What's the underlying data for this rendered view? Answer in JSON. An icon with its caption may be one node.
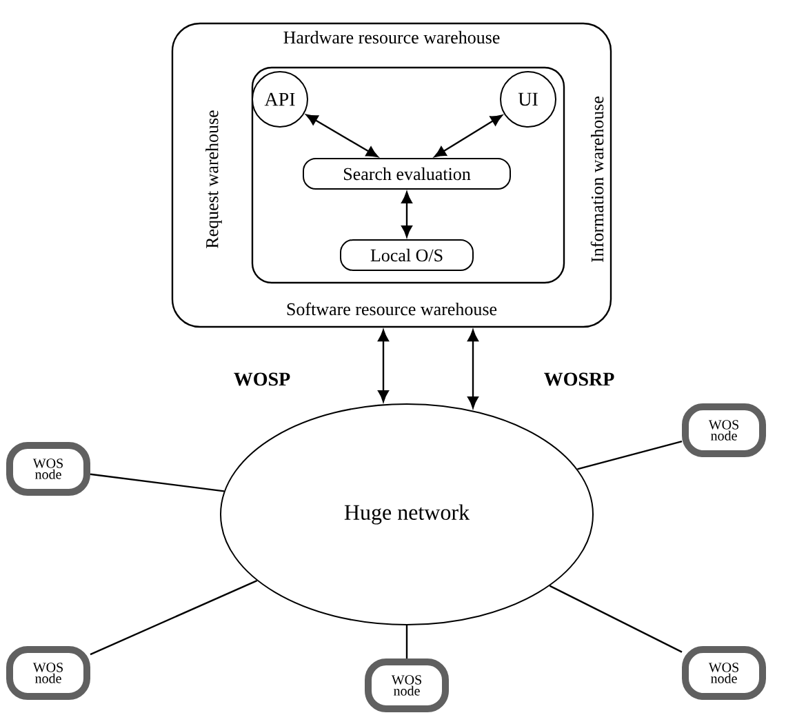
{
  "diagram": {
    "nodes": [
      {
        "text": [
          "Hardware resource warehouse",
          "Request warehouse",
          "Information warehouse",
          "Software resource warehouse"
        ]
      },
      {
        "text": [],
        "shape": "box",
        "in": 0
      },
      {
        "text": [
          "API"
        ],
        "in": 1
      },
      {
        "text": [
          "UI"
        ],
        "in": 1
      },
      {
        "text": [
          "Search evaluation"
        ],
        "in": 1
      },
      {
        "text": [
          "Local O/S"
        ],
        "in": 1
      },
      {
        "text": [
          "Huge network"
        ]
      },
      {
        "text": [
          "WOS node"
        ]
      },
      {
        "text": [
          "WOS node"
        ]
      },
      {
        "text": [
          "WOS node"
        ]
      },
      {
        "text": [
          "WOS node"
        ]
      },
      {
        "text": [
          "WOS node"
        ]
      }
    ],
    "edges": [
      {
        "from": 2,
        "to": 4,
        "arrow": "both"
      },
      {
        "from": 3,
        "to": 4,
        "arrow": "both"
      },
      {
        "from": 4,
        "to": 5,
        "arrow": "both"
      },
      {
        "from": 0,
        "to": 6,
        "arrow": "both",
        "label": "WOSP"
      },
      {
        "from": 0,
        "to": 6,
        "arrow": "both",
        "label": "WOSRP"
      },
      {
        "from": 7,
        "to": 6,
        "arrow": "none"
      },
      {
        "from": 8,
        "to": 6,
        "arrow": "none"
      },
      {
        "from": 9,
        "to": 6,
        "arrow": "none"
      },
      {
        "from": 10,
        "to": 6,
        "arrow": "none"
      },
      {
        "from": 11,
        "to": 6,
        "arrow": "none"
      }
    ]
  }
}
